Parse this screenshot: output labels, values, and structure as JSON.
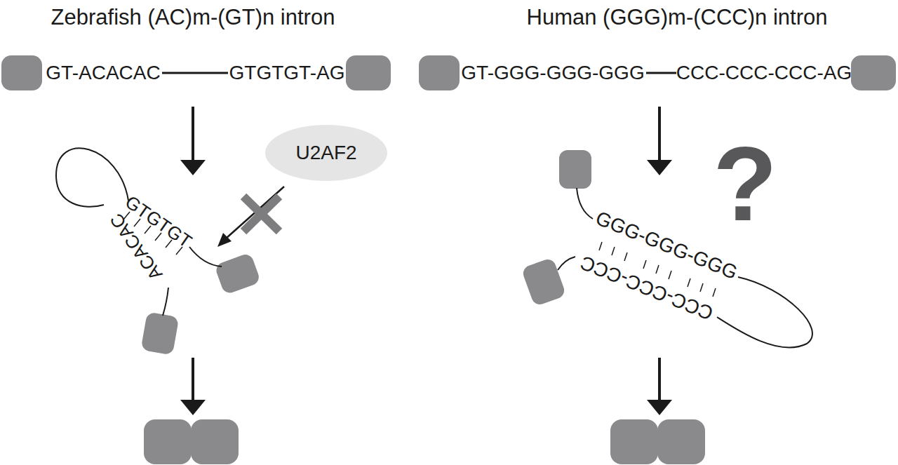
{
  "diagram": {
    "nodes": [
      {
        "text": [
          "U2AF2"
        ]
      }
    ],
    "labels": [
      "Zebrafish (AC)m-(GT)n intron",
      "Human (GGG)m-(CCC)n intron",
      "GT-ACACAC",
      "GTGTGT-AG",
      "GT-GGG-GGG-GGG",
      "CCC-CCC-CCC-AG",
      "GTGTGT",
      "ACACAC",
      "GGG-GGG-GGG",
      "CCC-CCC-CCC",
      "?"
    ]
  }
}
